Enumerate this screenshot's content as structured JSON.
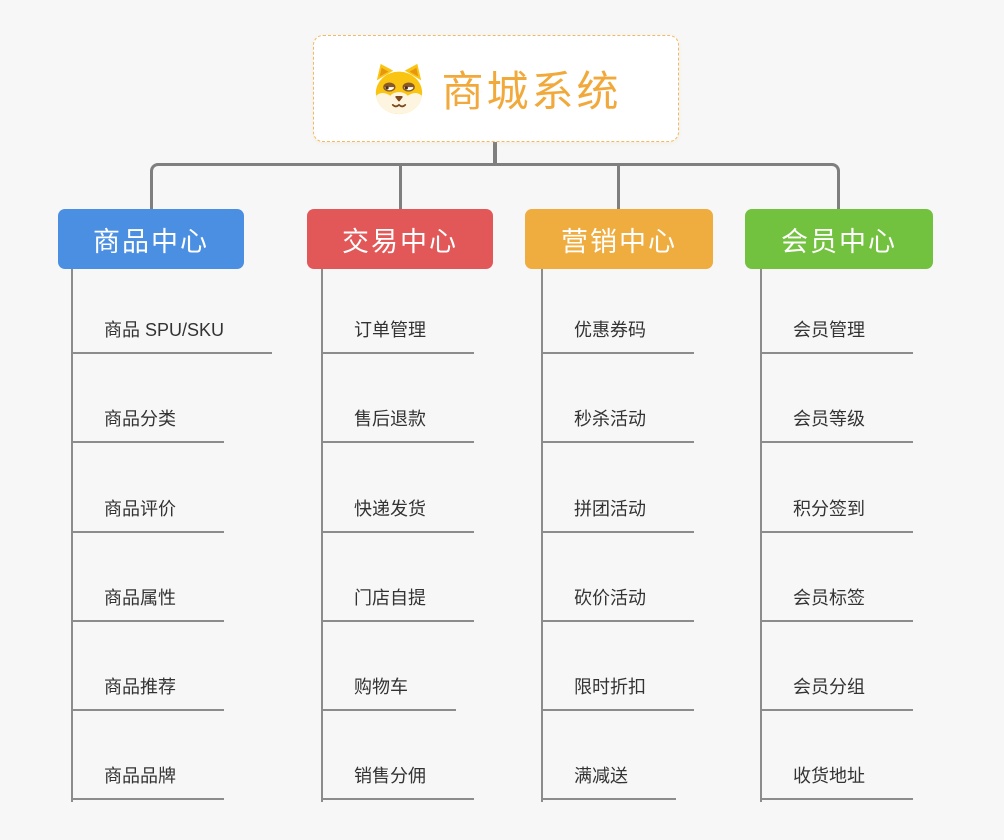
{
  "app": {
    "background_color": "#f7f7f7",
    "connector_color": "#7f7f7f",
    "branch_line_color": "#8c8c8c",
    "root_border_color": "#f0b968"
  },
  "root": {
    "title": "商城系统",
    "title_color": "#F2A93C",
    "icon": "dog-face-icon"
  },
  "branches": [
    {
      "label": "商品中心",
      "color": "#4A8FE2",
      "items": [
        "商品 SPU/SKU",
        "商品分类",
        "商品评价",
        "商品属性",
        "商品推荐",
        "商品品牌"
      ]
    },
    {
      "label": "交易中心",
      "color": "#E25757",
      "items": [
        "订单管理",
        "售后退款",
        "快递发货",
        "门店自提",
        "购物车",
        "销售分佣"
      ]
    },
    {
      "label": "营销中心",
      "color": "#EFAC3F",
      "items": [
        "优惠券码",
        "秒杀活动",
        "拼团活动",
        "砍价活动",
        "限时折扣",
        "满减送"
      ]
    },
    {
      "label": "会员中心",
      "color": "#72C13F",
      "items": [
        "会员管理",
        "会员等级",
        "积分签到",
        "会员标签",
        "会员分组",
        "收货地址"
      ]
    }
  ]
}
